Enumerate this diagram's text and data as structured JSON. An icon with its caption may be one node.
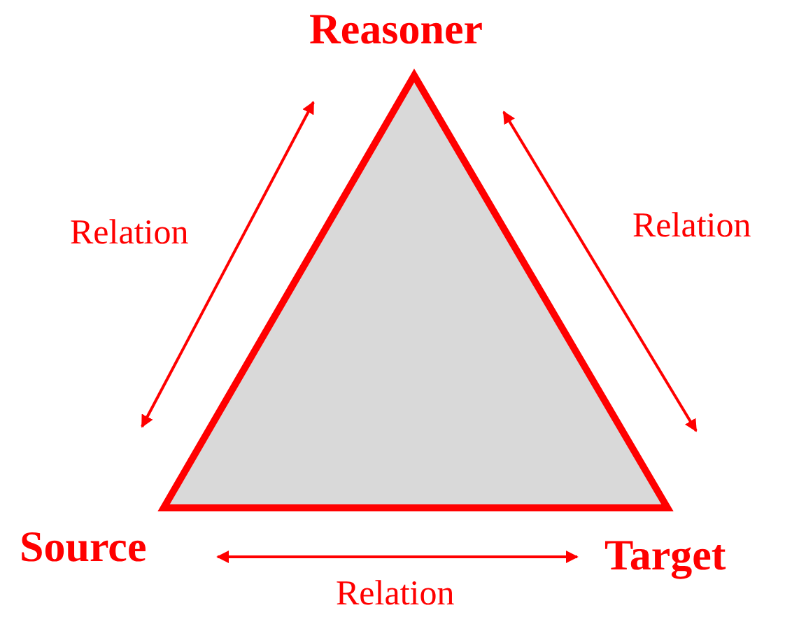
{
  "diagram": {
    "nodes": [
      {
        "text": [
          "Reasoner"
        ]
      },
      {
        "text": [
          "Source"
        ]
      },
      {
        "text": [
          "Target"
        ]
      }
    ],
    "edges": [
      {
        "from": 1,
        "to": 0,
        "arrow": "both",
        "label": "Relation"
      },
      {
        "from": 0,
        "to": 2,
        "arrow": "both",
        "label": "Relation"
      },
      {
        "from": 1,
        "to": 2,
        "arrow": "both",
        "label": "Relation"
      }
    ]
  }
}
